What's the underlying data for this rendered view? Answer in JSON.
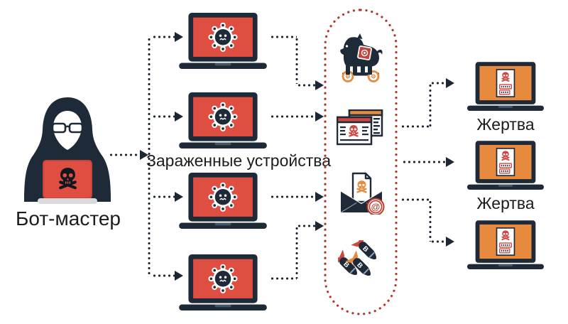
{
  "page": {
    "background": "#ffffff",
    "kind": "botnet-attack-scheme"
  },
  "nodes": {
    "bot_master": {
      "label": "Бот-мастер",
      "icon": "hooded-hacker-icon"
    },
    "infected_devices": {
      "label": "Зараженные устройства",
      "icon": "infected-laptop-icon",
      "count": 4
    },
    "attack_vectors": {
      "border": "red-dotted-capsule",
      "items": [
        {
          "icon": "trojan-horse-icon"
        },
        {
          "icon": "malicious-website-icon"
        },
        {
          "icon": "spam-email-icon",
          "at_symbol": "@"
        },
        {
          "icon": "bomb-attack-icon",
          "bomb_letter": "B"
        }
      ]
    },
    "victims": {
      "labels": [
        "Жертва",
        "Жертва"
      ],
      "icon": "hacked-laptop-icon",
      "count": 3
    }
  },
  "colors": {
    "laptop_frame_navy": "#1e2a38",
    "infected_screen_red": "#df4f41",
    "victim_screen_orange": "#e78a3e",
    "capsule_border_red": "#b5342b",
    "arrow_dark": "#1c2733",
    "accent_red": "#cf4540",
    "label_text": "#1c1c1c"
  }
}
